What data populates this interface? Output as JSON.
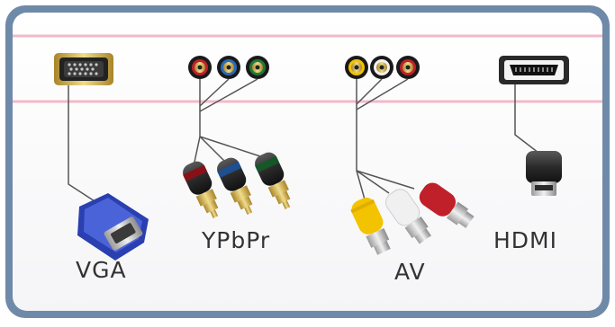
{
  "connectors": [
    {
      "id": "vga",
      "label": "VGA"
    },
    {
      "id": "ypbpr",
      "label": "YPbPr"
    },
    {
      "id": "av",
      "label": "AV"
    },
    {
      "id": "hdmi",
      "label": "HDMI"
    }
  ],
  "colors": {
    "border": "#6f8aa8",
    "rail": "#f2b9c8",
    "vga_blue": "#2a3fb0",
    "red": "#c0202a",
    "green": "#1f7a3a",
    "blue": "#2a6ab8",
    "yellow": "#f4c300",
    "white": "#f2f2f2",
    "gold": "#d9b24a"
  }
}
